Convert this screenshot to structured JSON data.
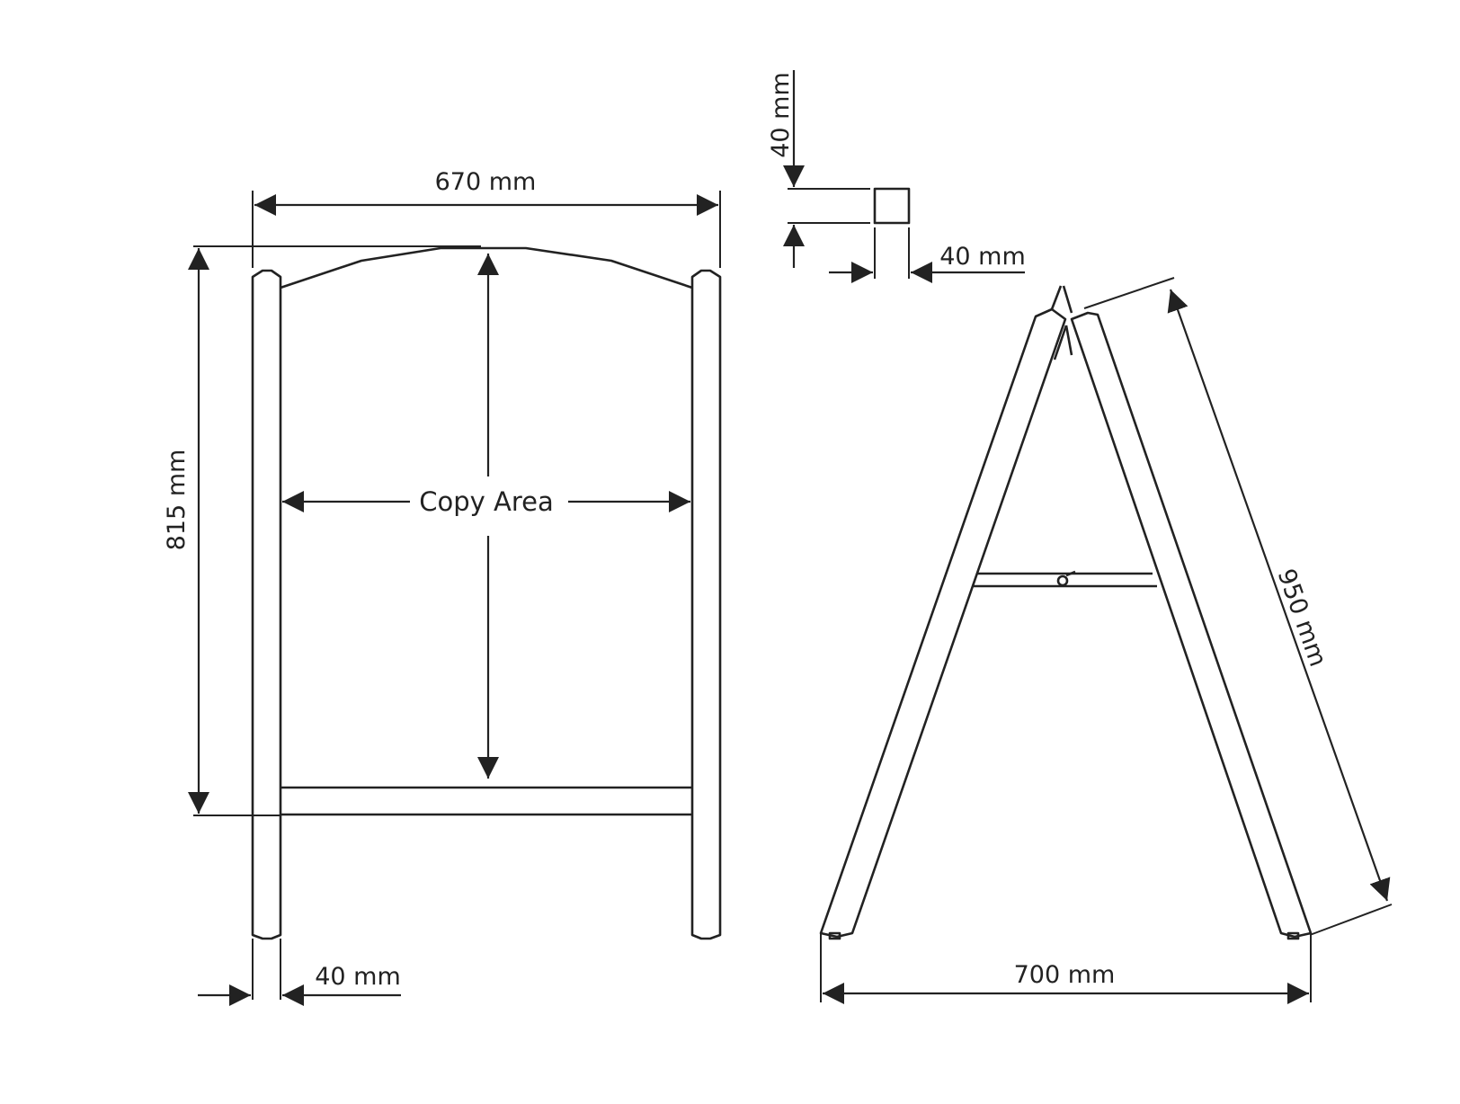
{
  "labels": {
    "front_width": "670 mm",
    "front_height": "815 mm",
    "copy_area": "Copy Area",
    "frame_width": "40 mm",
    "section_height": "40 mm",
    "section_width": "40 mm",
    "side_length": "950 mm",
    "side_base": "700 mm"
  },
  "colors": {
    "line": "#222222",
    "background": "#ffffff"
  }
}
